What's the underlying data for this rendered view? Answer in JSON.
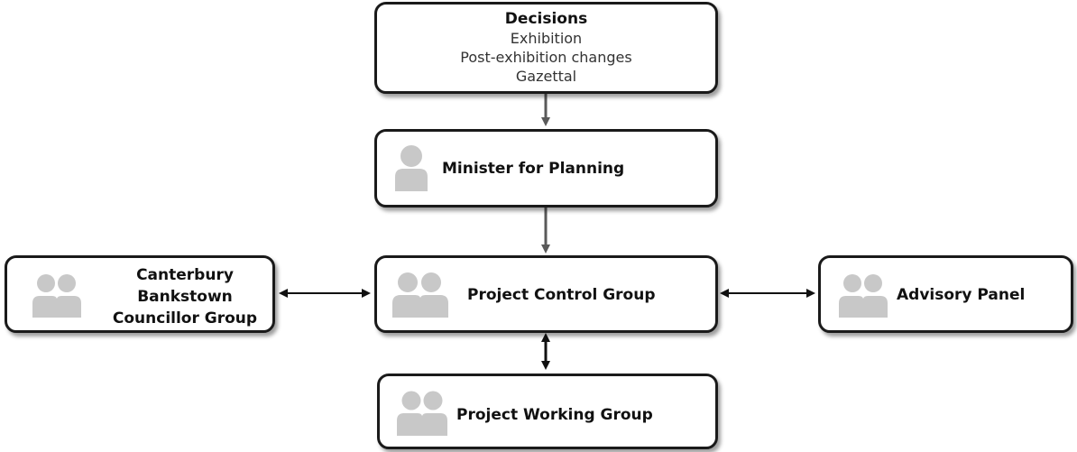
{
  "decisions": {
    "title": "Decisions",
    "lines": [
      "Exhibition",
      "Post-exhibition changes",
      "Gazettal"
    ]
  },
  "minister": {
    "title": "Minister for Planning",
    "icon": "person-icon"
  },
  "pcg": {
    "title": "Project Control Group",
    "icon": "group-icon"
  },
  "councillor": {
    "lines": [
      "Canterbury",
      "Bankstown",
      "Councillor Group"
    ],
    "icon": "group-icon"
  },
  "advisory": {
    "title": "Advisory Panel",
    "icon": "group-icon"
  },
  "pwg": {
    "title": "Project Working Group",
    "icon": "group-icon"
  },
  "colors": {
    "box_border": "#1a1a1a",
    "icon": "#c8c8c8",
    "arrow_dark": "#5a5a5a",
    "arrow_black": "#111111"
  }
}
